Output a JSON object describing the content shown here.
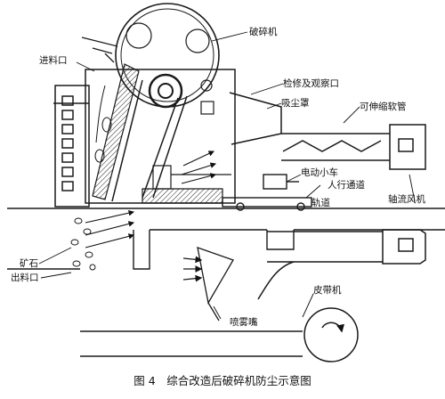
{
  "labels": {
    "crusher": "破碎机",
    "feed_inlet": "进料口",
    "inspection_port": "检修及观察口",
    "dust_hood": "吸尘罩",
    "flexible_pipe": "可伸缩软管",
    "electric_cart": "电动小车",
    "walkway": "人行通道",
    "track": "轨道",
    "axial_fan": "轴流风机",
    "ore": "矿石",
    "discharge_outlet": "出料口",
    "spray_nozzle": "喷雾嘴",
    "belt_conveyor": "皮带机"
  },
  "caption": "图 4　综合改造后破碎机防尘示意图",
  "colors": {
    "ink": "#1a1a1a",
    "background": "#ffffff"
  }
}
